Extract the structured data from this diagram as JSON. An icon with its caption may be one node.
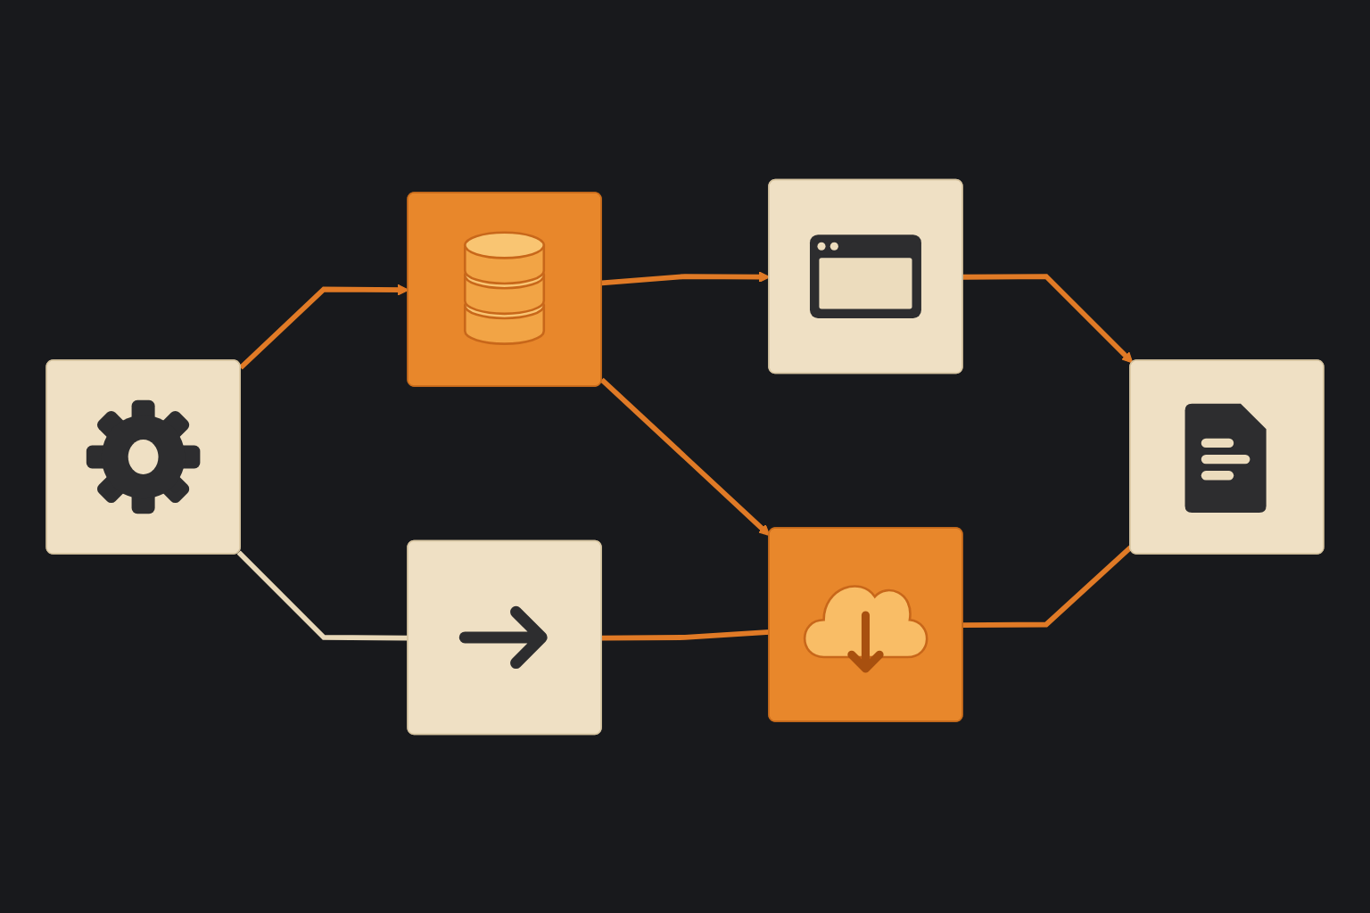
{
  "diagram": {
    "nodes": [
      {
        "text": [],
        "shape": "picture"
      },
      {
        "text": [],
        "shape": "picture"
      },
      {
        "text": [],
        "shape": "picture"
      },
      {
        "text": [],
        "shape": "picture"
      },
      {
        "text": [],
        "shape": "picture"
      },
      {
        "text": [],
        "shape": "picture"
      }
    ],
    "edges": [
      {
        "from": 0,
        "to": 1,
        "arrow": "to"
      },
      {
        "from": 1,
        "to": 2,
        "arrow": "to"
      },
      {
        "from": 0,
        "to": 3,
        "arrow": "none",
        "color": "#e8d8b8"
      },
      {
        "from": 1,
        "to": 4,
        "arrow": "to"
      },
      {
        "from": 2,
        "to": 5,
        "arrow": "to"
      },
      {
        "from": 3,
        "to": 4,
        "arrow": "none"
      },
      {
        "from": 4,
        "to": 5,
        "arrow": "none"
      }
    ]
  }
}
